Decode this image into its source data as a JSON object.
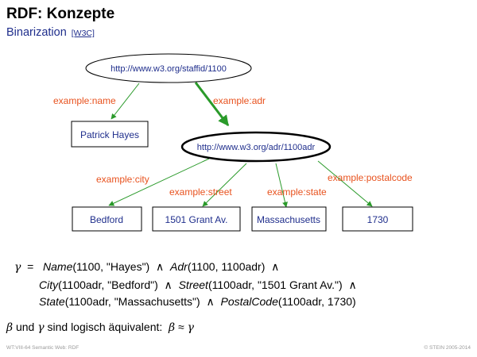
{
  "header": {
    "title": "RDF: Konzepte",
    "subtitle": "Binarization",
    "w3c_link": "[W3C]"
  },
  "diagram": {
    "subject_node": "http://www.w3.org/staffid/1100",
    "name_literal": "Patrick Hayes",
    "adr_node": "http://www.w3.org/adr/1100adr",
    "literals": {
      "city": "Bedford",
      "street": "1501 Grant Av.",
      "state": "Massachusetts",
      "postalcode": "1730"
    },
    "edges": {
      "name": "example:name",
      "adr": "example:adr",
      "city": "example:city",
      "street": "example:street",
      "state": "example:state",
      "postalcode": "example:postalcode"
    },
    "colors": {
      "edge": "#2a9a2a",
      "edge_label": "#e8521e",
      "node_text": "#1f2e8c"
    }
  },
  "formula": {
    "gamma": "γ",
    "line1": {
      "name_fn": "Name",
      "name_args": "(1100, \"Hayes\")",
      "adr_fn": "Adr",
      "adr_args": "(1100, 1100adr)"
    },
    "line2": {
      "city_fn": "City",
      "city_args": "(1100adr, \"Bedford\")",
      "street_fn": "Street",
      "street_args": "(1100adr, \"1501 Grant Av.\")"
    },
    "line3": {
      "state_fn": "State",
      "state_args": "(1100adr, \"Massachusetts\")",
      "postal_fn": "PostalCode",
      "postal_args": "(1100adr, 1730)"
    }
  },
  "conclusion": {
    "beta": "β",
    "text": "und",
    "gamma": "γ",
    "rest": "sind logisch äquivalent:"
  },
  "footer": {
    "left": "WT:VIII-64   Semantic Web: RDF",
    "right": "© STEIN 2005-2014"
  }
}
